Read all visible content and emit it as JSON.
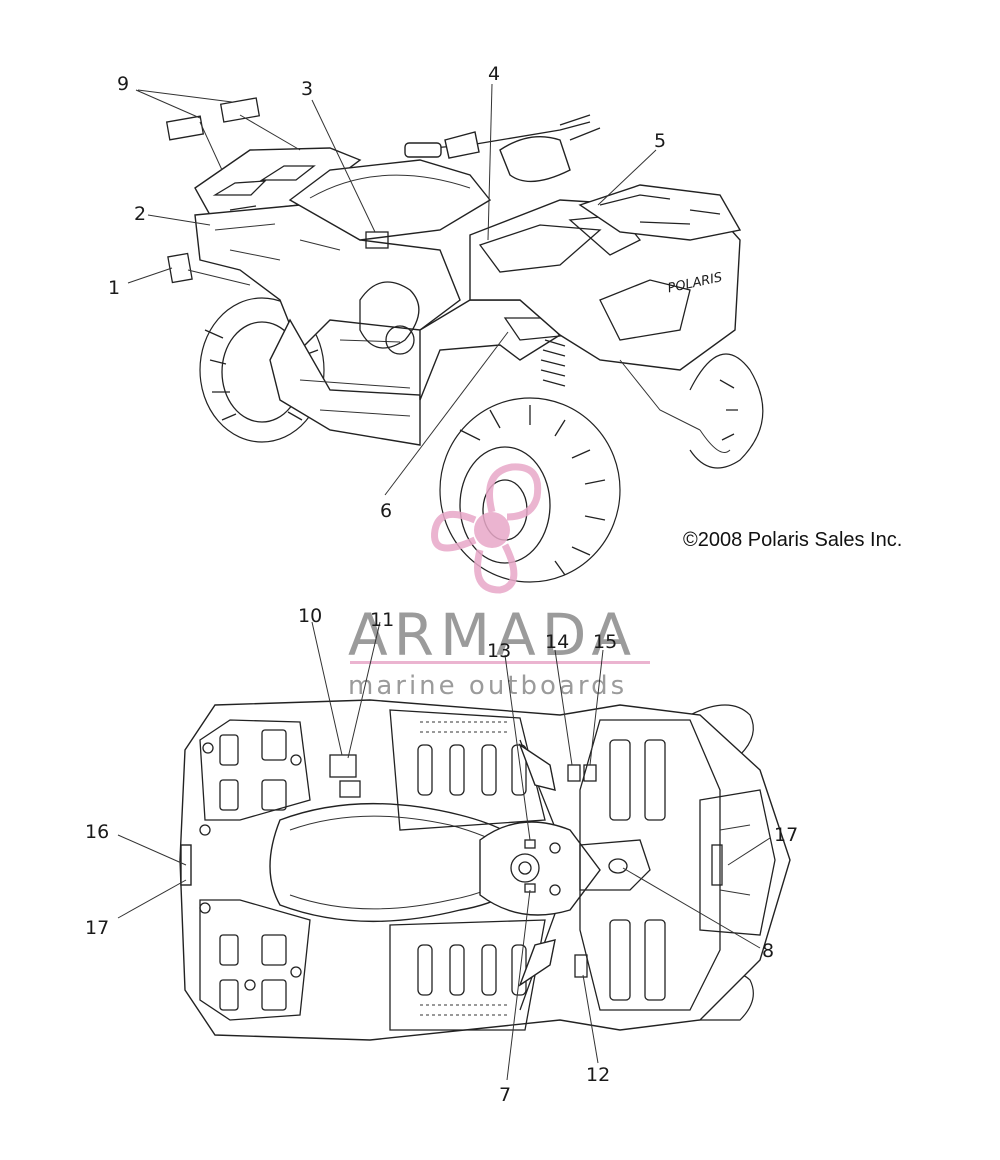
{
  "copyright": "©2008 Polaris Sales Inc.",
  "watermark": {
    "title": "ARMADA",
    "subtitle": "marine outboards",
    "accent_color": "#e8a8c8",
    "text_color": "#8a8a8a"
  },
  "callouts": {
    "c1": "1",
    "c2": "2",
    "c3": "3",
    "c4": "4",
    "c5": "5",
    "c6": "6",
    "c7": "7",
    "c8": "8",
    "c9": "9",
    "c10": "10",
    "c11": "11",
    "c12": "12",
    "c13": "13",
    "c14": "14",
    "c15": "15",
    "c16": "16",
    "c17a": "17",
    "c17b": "17"
  },
  "decal_text": "POLARIS"
}
